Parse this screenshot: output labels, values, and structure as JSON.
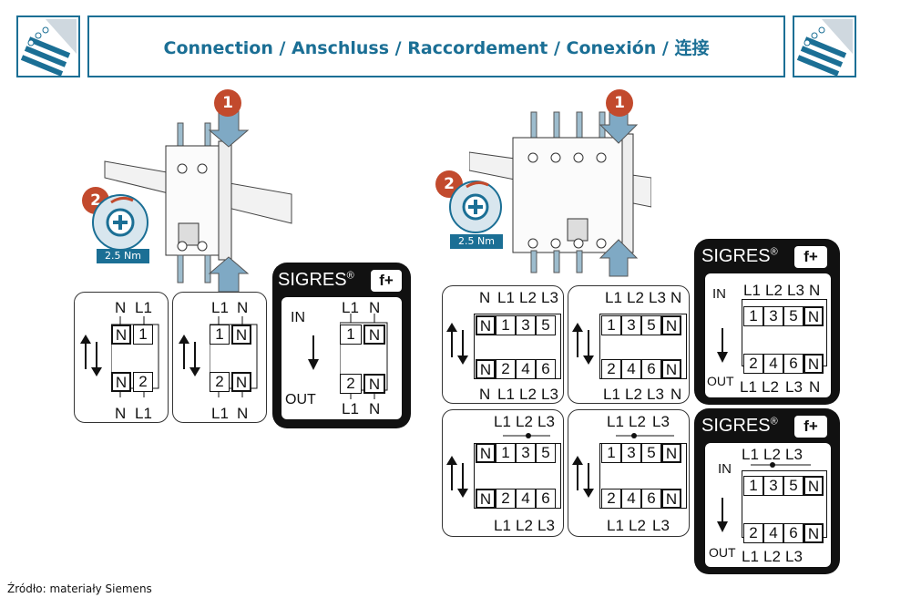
{
  "header": {
    "title": "Connection / Anschluss / Raccordement / Conexión / 连接"
  },
  "steps": {
    "one": "1",
    "two": "2"
  },
  "torque": "2.5 Nm",
  "sigres": {
    "brand": "SIGRES",
    "reg": "®",
    "badge": "f+"
  },
  "io": {
    "in": "IN",
    "out": "OUT"
  },
  "p2": {
    "panelA": {
      "top": [
        "N",
        "L1"
      ],
      "upper": [
        "N",
        "1"
      ],
      "lower": [
        "N",
        "2"
      ],
      "bottom": [
        "N",
        "L1"
      ]
    },
    "panelB": {
      "top": [
        "L1",
        "N"
      ],
      "upper": [
        "1",
        "N"
      ],
      "lower": [
        "2",
        "N"
      ],
      "bottom": [
        "L1",
        "N"
      ]
    },
    "panelC": {
      "top": [
        "L1",
        "N"
      ],
      "upper": [
        "1",
        "N"
      ],
      "lower": [
        "2",
        "N"
      ],
      "bottom": [
        "L1",
        "N"
      ]
    }
  },
  "p4": {
    "r1a": {
      "top": [
        "N",
        "L1",
        "L2",
        "L3"
      ],
      "upper": [
        "N",
        "1",
        "3",
        "5"
      ],
      "lower": [
        "N",
        "2",
        "4",
        "6"
      ],
      "bottom": [
        "N",
        "L1",
        "L2",
        "L3"
      ]
    },
    "r1b": {
      "top": [
        "L1",
        "L2",
        "L3",
        "N"
      ],
      "upper": [
        "1",
        "3",
        "5",
        "N"
      ],
      "lower": [
        "2",
        "4",
        "6",
        "N"
      ],
      "bottom": [
        "L1",
        "L2",
        "L3",
        "N"
      ]
    },
    "r1c": {
      "top": [
        "L1",
        "L2",
        "L3",
        "N"
      ],
      "upper": [
        "1",
        "3",
        "5",
        "N"
      ],
      "lower": [
        "2",
        "4",
        "6",
        "N"
      ],
      "bottom": [
        "L1",
        "L2",
        "L3",
        "N"
      ]
    },
    "r2a": {
      "top": [
        "L1",
        "L2",
        "L3"
      ],
      "upper": [
        "N",
        "1",
        "3",
        "5"
      ],
      "lower": [
        "N",
        "2",
        "4",
        "6"
      ],
      "bottom": [
        "L1",
        "L2",
        "L3"
      ]
    },
    "r2b": {
      "top": [
        "L1",
        "L2",
        "L3"
      ],
      "upper": [
        "1",
        "3",
        "5",
        "N"
      ],
      "lower": [
        "2",
        "4",
        "6",
        "N"
      ],
      "bottom": [
        "L1",
        "L2",
        "L3"
      ]
    },
    "r2c": {
      "top": [
        "L1",
        "L2",
        "L3"
      ],
      "upper": [
        "1",
        "3",
        "5",
        "N"
      ],
      "lower": [
        "2",
        "4",
        "6",
        "N"
      ],
      "bottom": [
        "L1",
        "L2",
        "L3"
      ]
    }
  },
  "source": "Źródło: materiały Siemens",
  "colors": {
    "accent": "#1b6f95",
    "step": "#c24a2d",
    "arrow": "#7fa9c4"
  }
}
